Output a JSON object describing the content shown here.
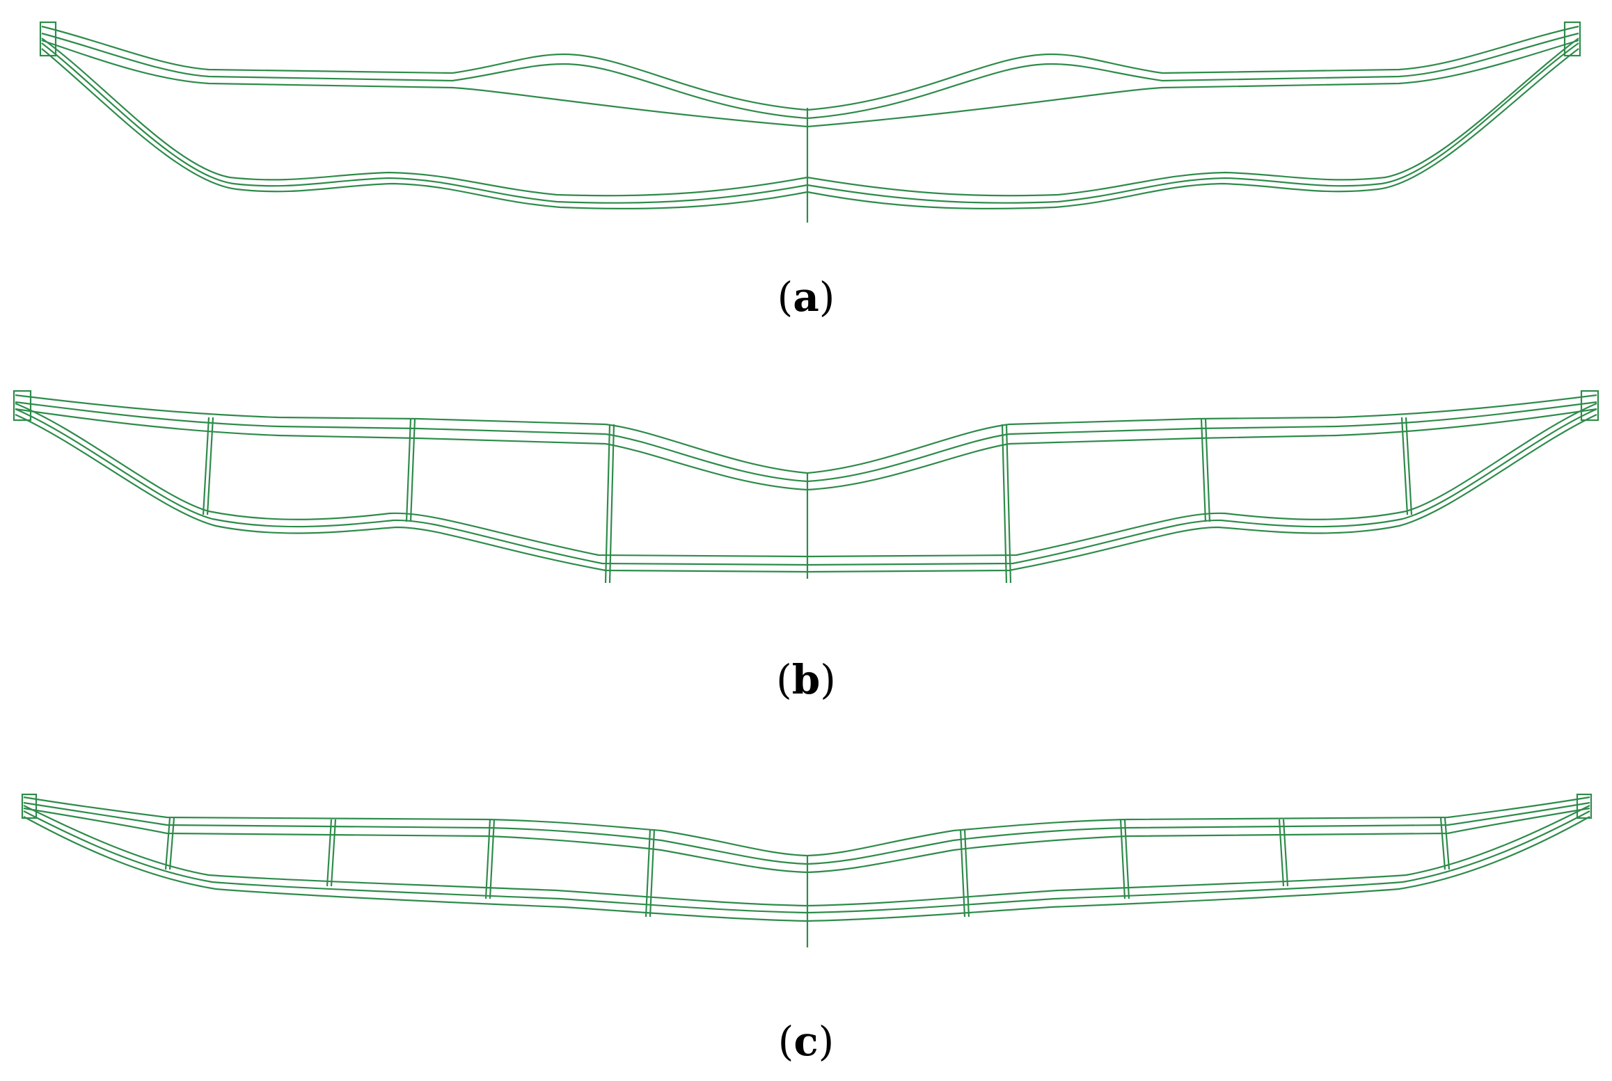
{
  "figure": {
    "line_color": "#2e8b4a",
    "panels": [
      {
        "id": "a",
        "caption_open": "(",
        "caption_letter": "a",
        "caption_close": ")"
      },
      {
        "id": "b",
        "caption_open": "(",
        "caption_letter": "b",
        "caption_close": ")"
      },
      {
        "id": "c",
        "caption_open": "(",
        "caption_letter": "c",
        "caption_close": ")"
      }
    ]
  }
}
